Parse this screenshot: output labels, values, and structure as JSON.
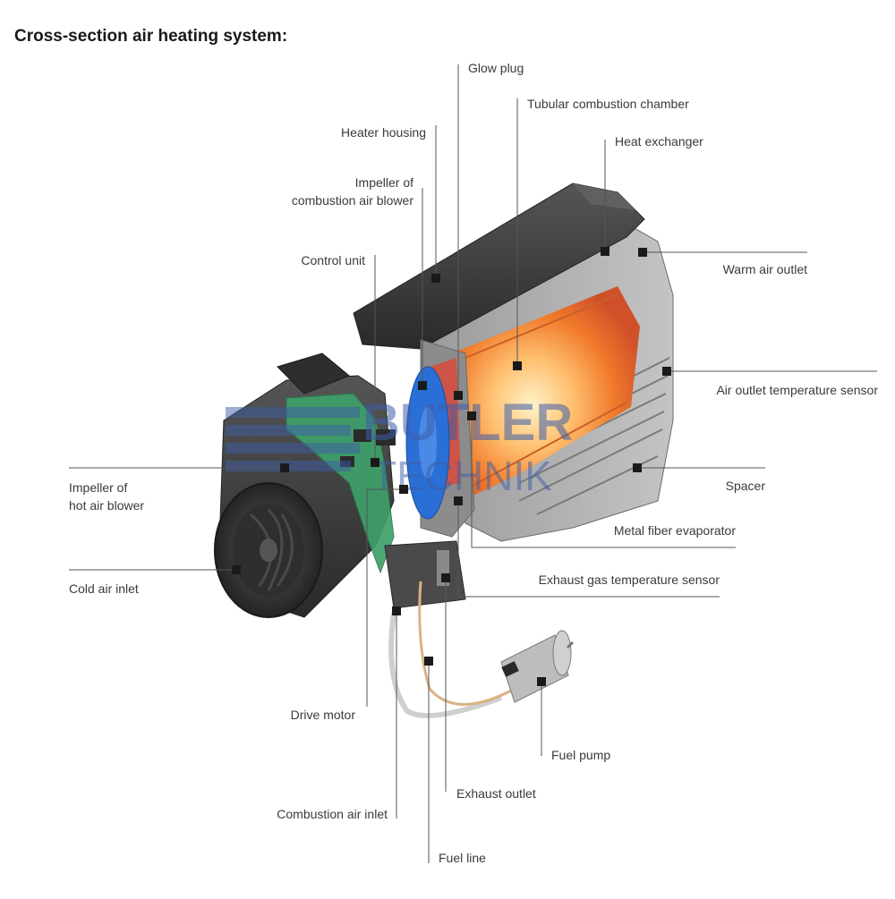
{
  "title": "Cross-section air heating system:",
  "watermark": {
    "line1": "BUTLER",
    "line2": "TECHNIK",
    "color": "#3e5da8"
  },
  "labels": {
    "glow_plug": "Glow plug",
    "tubular_combustion_chamber": "Tubular combustion chamber",
    "heater_housing": "Heater housing",
    "heat_exchanger": "Heat exchanger",
    "impeller_combustion_blower_1": "Impeller of",
    "impeller_combustion_blower_2": "combustion air blower",
    "control_unit": "Control unit",
    "warm_air_outlet": "Warm air outlet",
    "air_outlet_temp_sensor": "Air outlet temperature sensor",
    "impeller_hot_air_1": "Impeller of",
    "impeller_hot_air_2": "hot air blower",
    "spacer": "Spacer",
    "metal_fiber_evaporator": "Metal fiber evaporator",
    "cold_air_inlet": "Cold air inlet",
    "exhaust_gas_temp_sensor": "Exhaust gas temperature sensor",
    "drive_motor": "Drive motor",
    "fuel_pump": "Fuel pump",
    "exhaust_outlet": "Exhaust outlet",
    "combustion_air_inlet": "Combustion air inlet",
    "fuel_line": "Fuel line"
  },
  "colors": {
    "housing": "#3a3a3a",
    "heat_exchanger": "#8a8a8a",
    "flame": "#f08a3a",
    "impeller_blue": "#2a6fd6",
    "circuit_green": "#3ea06a",
    "leader": "#555555",
    "marker": "#1a1a1a"
  }
}
